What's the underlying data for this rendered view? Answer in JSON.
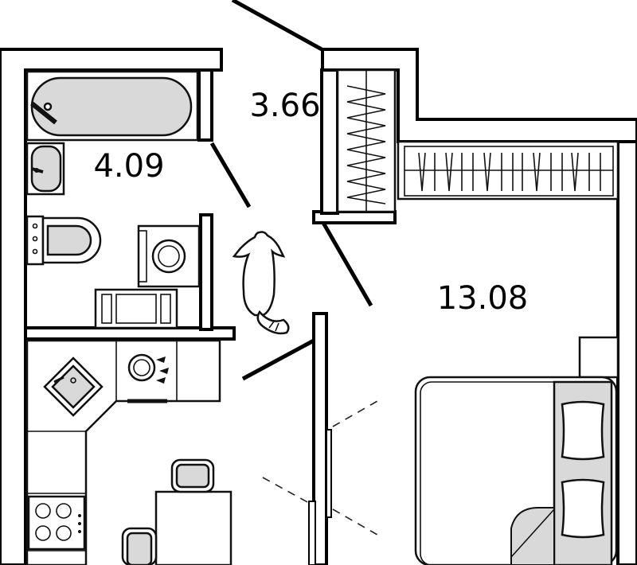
{
  "rooms": [
    {
      "name": "bathroom",
      "area": "4.09"
    },
    {
      "name": "wardrobe",
      "area": "3.66"
    },
    {
      "name": "living-room",
      "area": "13.08"
    }
  ]
}
